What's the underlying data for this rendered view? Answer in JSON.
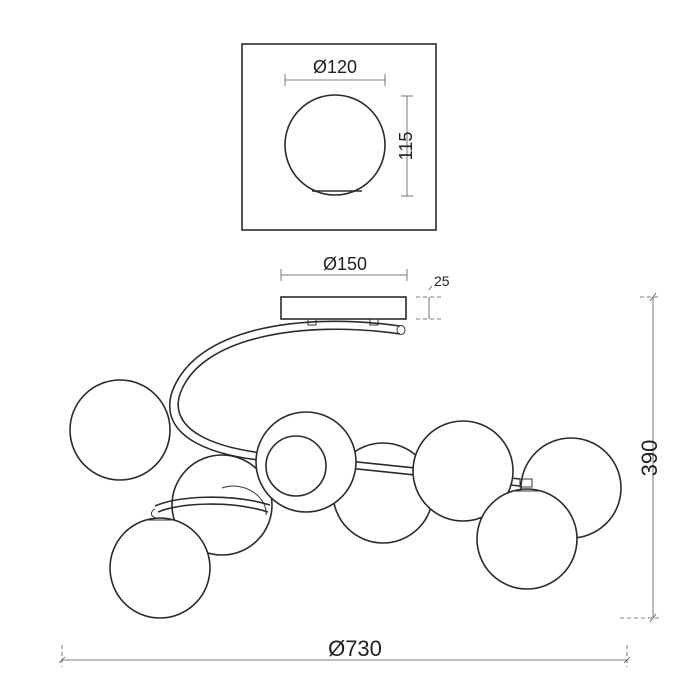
{
  "detail_view": {
    "diameter_label": "Ø120",
    "height_label": "115"
  },
  "side_view": {
    "canopy_diameter_label": "Ø150",
    "canopy_height_label": "25",
    "overall_height_label": "390",
    "overall_diameter_label": "Ø730"
  },
  "colors": {
    "line": "#2b2b2b",
    "dimension": "#555555",
    "background": "#ffffff"
  }
}
